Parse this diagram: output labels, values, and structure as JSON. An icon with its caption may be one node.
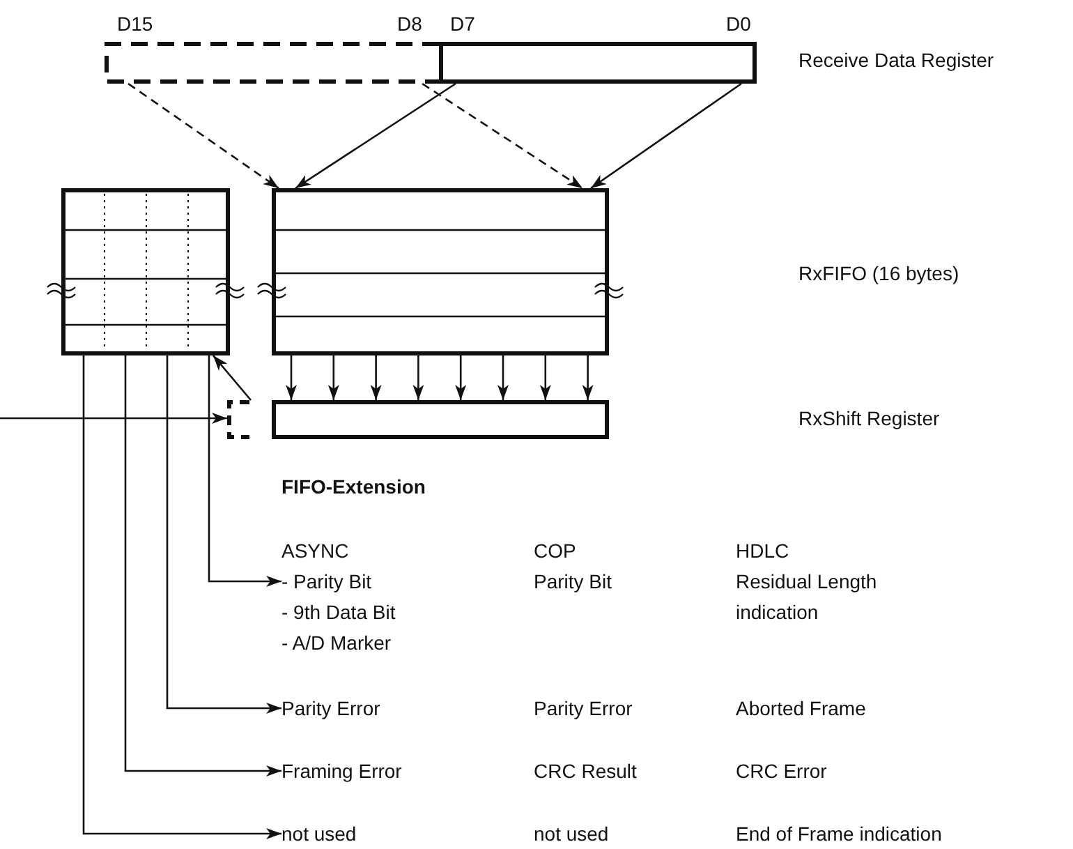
{
  "diagram": {
    "nodes": [
      {
        "text": [],
        "shape": "box"
      },
      {
        "text": [],
        "shape": "box",
        "beside": [
          "Receive Data Register"
        ]
      },
      {
        "text": [],
        "shape": "box"
      },
      {
        "text": [],
        "shape": "box"
      },
      {
        "text": [],
        "shape": "box"
      },
      {
        "text": [
          "ASYNC",
          "- Parity Bit",
          "- 9th Data Bit",
          "- A/D Marker"
        ]
      },
      {
        "text": [
          "Parity Error"
        ]
      },
      {
        "text": [
          "Framing Error"
        ]
      },
      {
        "text": [
          "not used"
        ]
      }
    ],
    "edges": [
      {
        "from": 0,
        "to": 3,
        "arrow": "to",
        "style": "dashed"
      },
      {
        "from": 0,
        "to": 3,
        "arrow": "to",
        "style": "dashed"
      },
      {
        "from": 1,
        "to": 3,
        "arrow": "to"
      },
      {
        "from": 1,
        "to": 3,
        "arrow": "to"
      },
      {
        "from": 3,
        "to": 4,
        "arrow": "to"
      },
      {
        "from": 3,
        "to": 4,
        "arrow": "to"
      },
      {
        "from": 3,
        "to": 4,
        "arrow": "to"
      },
      {
        "from": 3,
        "to": 4,
        "arrow": "to"
      },
      {
        "from": 3,
        "to": 4,
        "arrow": "to"
      },
      {
        "from": 3,
        "to": 4,
        "arrow": "to"
      },
      {
        "from": 3,
        "to": 4,
        "arrow": "to"
      },
      {
        "from": 3,
        "to": 4,
        "arrow": "to"
      },
      {
        "from": 4,
        "to": 2,
        "arrow": "to"
      },
      {
        "from": null,
        "to": 4,
        "arrow": "to"
      },
      {
        "from": 2,
        "to": 5,
        "arrow": "to"
      },
      {
        "from": 2,
        "to": 6,
        "arrow": "to"
      },
      {
        "from": 2,
        "to": 7,
        "arrow": "to"
      },
      {
        "from": 2,
        "to": 8,
        "arrow": "to"
      }
    ],
    "labels": [
      "D15",
      "D8",
      "D7",
      "D0",
      "RxFIFO  (16 bytes)",
      "RxShift Register",
      "FIFO-Extension",
      "COP",
      "Parity Bit",
      "HDLC",
      "Residual Length indication",
      "Parity Error",
      "Aborted Frame",
      "CRC Result",
      "CRC Error",
      "not used",
      "End of Frame indication"
    ]
  }
}
